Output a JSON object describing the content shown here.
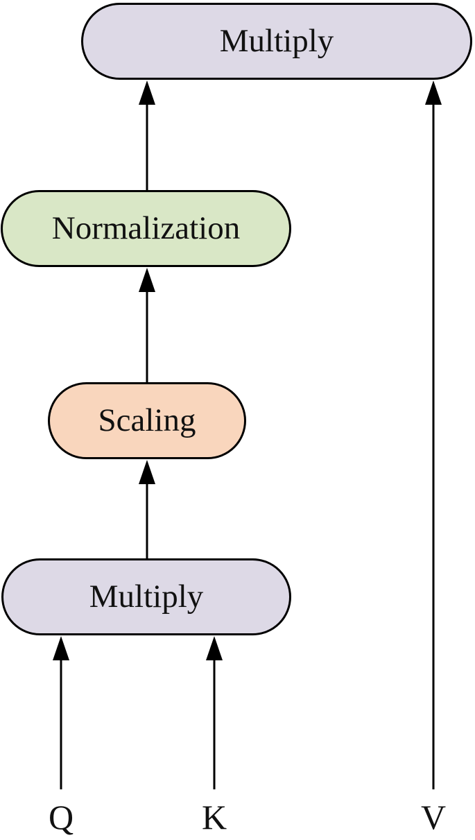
{
  "nodes": {
    "multiply_top": {
      "label": "Multiply",
      "fill": "#ddd9e6"
    },
    "normalization": {
      "label": "Normalization",
      "fill": "#d9e7c6"
    },
    "scaling": {
      "label": "Scaling",
      "fill": "#f9d6bd"
    },
    "multiply_bottom": {
      "label": "Multiply",
      "fill": "#ddd9e6"
    }
  },
  "inputs": {
    "q": "Q",
    "k": "K",
    "v": "V"
  },
  "colors": {
    "stroke": "#000000",
    "background": "#ffffff"
  },
  "edges": [
    {
      "from": "q",
      "to": "multiply_bottom"
    },
    {
      "from": "k",
      "to": "multiply_bottom"
    },
    {
      "from": "multiply_bottom",
      "to": "scaling"
    },
    {
      "from": "scaling",
      "to": "normalization"
    },
    {
      "from": "normalization",
      "to": "multiply_top"
    },
    {
      "from": "v",
      "to": "multiply_top"
    }
  ]
}
